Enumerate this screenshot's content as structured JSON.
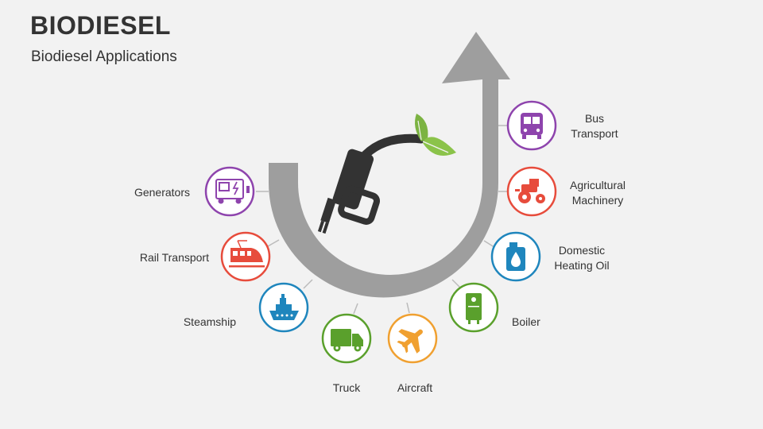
{
  "header": {
    "title": "BIODIESEL",
    "subtitle": "Biodiesel Applications"
  },
  "colors": {
    "arrow": "#9e9e9e",
    "nozzle": "#333333",
    "leaf": "#8bc34a",
    "purple": "#8e44ad",
    "red": "#e74c3c",
    "blue": "#1f86bd",
    "green": "#5aa02c",
    "orange": "#f0a030",
    "connector": "#bbbbbb"
  },
  "applications": [
    {
      "id": "bus",
      "lines": [
        "Bus",
        "Transport"
      ],
      "icon": "bus-icon",
      "color": "#8e44ad"
    },
    {
      "id": "agri",
      "lines": [
        "Agricultural",
        "Machinery"
      ],
      "icon": "tractor-icon",
      "color": "#e74c3c"
    },
    {
      "id": "heating",
      "lines": [
        "Domestic",
        "Heating Oil"
      ],
      "icon": "oil-canister-icon",
      "color": "#1f86bd"
    },
    {
      "id": "boiler",
      "lines": [
        "Boiler"
      ],
      "icon": "boiler-icon",
      "color": "#5aa02c"
    },
    {
      "id": "aircraft",
      "lines": [
        "Aircraft"
      ],
      "icon": "airplane-icon",
      "color": "#f0a030"
    },
    {
      "id": "truck",
      "lines": [
        "Truck"
      ],
      "icon": "truck-icon",
      "color": "#5aa02c"
    },
    {
      "id": "steamship",
      "lines": [
        "Steamship"
      ],
      "icon": "ship-icon",
      "color": "#1f86bd"
    },
    {
      "id": "rail",
      "lines": [
        "Rail Transport"
      ],
      "icon": "train-icon",
      "color": "#e74c3c"
    },
    {
      "id": "generators",
      "lines": [
        "Generators"
      ],
      "icon": "generator-icon",
      "color": "#8e44ad"
    }
  ]
}
